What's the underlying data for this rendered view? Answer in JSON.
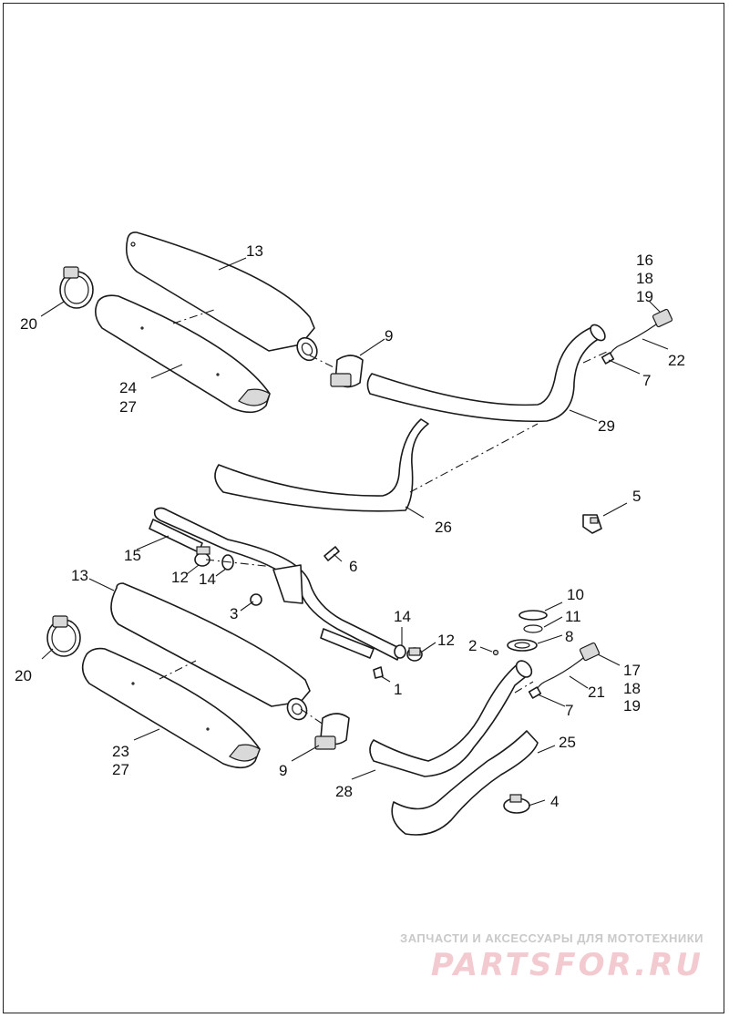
{
  "callouts": {
    "c13_top": "13",
    "c16": "16",
    "c18_top": "18",
    "c19_top": "19",
    "c20_top": "20",
    "c9_top": "9",
    "c22": "22",
    "c7_top": "7",
    "c24": "24",
    "c27_top": "27",
    "c29": "29",
    "c26": "26",
    "c5": "5",
    "c15": "15",
    "c6": "6",
    "c13_bottom": "13",
    "c12_left": "12",
    "c14_left": "14",
    "c3": "3",
    "c10": "10",
    "c11": "11",
    "c8": "8",
    "c14_right": "14",
    "c12_right": "12",
    "c2": "2",
    "c1": "1",
    "c20_bottom": "20",
    "c17": "17",
    "c18_bottom": "18",
    "c19_bottom": "19",
    "c21": "21",
    "c7_bottom": "7",
    "c23": "23",
    "c27_bottom": "27",
    "c25": "25",
    "c9_bottom": "9",
    "c28": "28",
    "c4": "4"
  },
  "watermark": {
    "tagline": "ЗАПЧАСТИ И АКСЕССУАРЫ ДЛЯ МОТОТЕХНИКИ",
    "brand": "PARTSFOR.RU",
    "logo_color": "#e8a0a8"
  }
}
